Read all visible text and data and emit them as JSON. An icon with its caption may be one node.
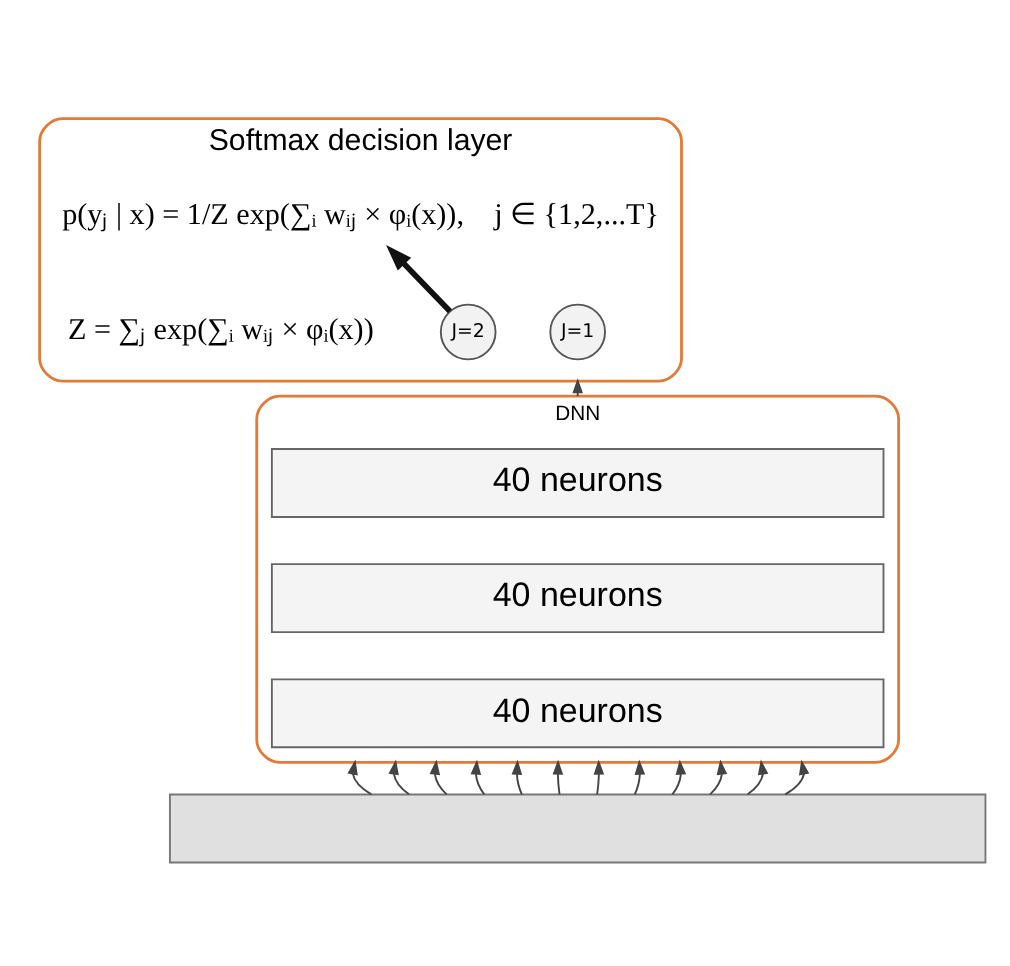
{
  "diagram": {
    "nodes": [
      {
        "text": [
          "Softmax decision layer"
        ]
      },
      {
        "text": [
          "p(yⱼ | x) = 1/Z exp(∑ᵢ wᵢⱼ × φᵢ(x)),    j ∈ {1,2,...T}"
        ],
        "in": 0
      },
      {
        "text": [
          "J=1"
        ],
        "in": 0
      },
      {
        "text": [
          "J=2"
        ],
        "in": 0
      },
      {
        "text": [
          "Z = ∑ⱼ exp(∑ᵢ wᵢⱼ × φᵢ(x))"
        ],
        "in": 0
      },
      {
        "text": [
          "DNN"
        ]
      },
      {
        "text": [
          "40 neurons"
        ],
        "in": 5
      },
      {
        "text": [
          "40 neurons"
        ],
        "in": 5
      },
      {
        "text": [
          "40 neurons"
        ],
        "in": 5
      },
      {
        "text": [],
        "shape": "bar"
      }
    ],
    "edges": [
      {
        "from": 3,
        "to": 1,
        "arrow": "to",
        "style": "thick"
      },
      {
        "from": 5,
        "to": 0,
        "arrow": "to"
      },
      {
        "from": 9,
        "to": 5,
        "arrow": "to"
      },
      {
        "from": 9,
        "to": 5,
        "arrow": "to"
      },
      {
        "from": 9,
        "to": 5,
        "arrow": "to"
      },
      {
        "from": 9,
        "to": 5,
        "arrow": "to"
      },
      {
        "from": 9,
        "to": 5,
        "arrow": "to"
      },
      {
        "from": 9,
        "to": 5,
        "arrow": "to"
      },
      {
        "from": 9,
        "to": 5,
        "arrow": "to"
      },
      {
        "from": 9,
        "to": 5,
        "arrow": "to"
      },
      {
        "from": 9,
        "to": 5,
        "arrow": "to"
      },
      {
        "from": 9,
        "to": 5,
        "arrow": "to"
      },
      {
        "from": 9,
        "to": 5,
        "arrow": "to"
      },
      {
        "from": 9,
        "to": 5,
        "arrow": "to"
      }
    ]
  }
}
